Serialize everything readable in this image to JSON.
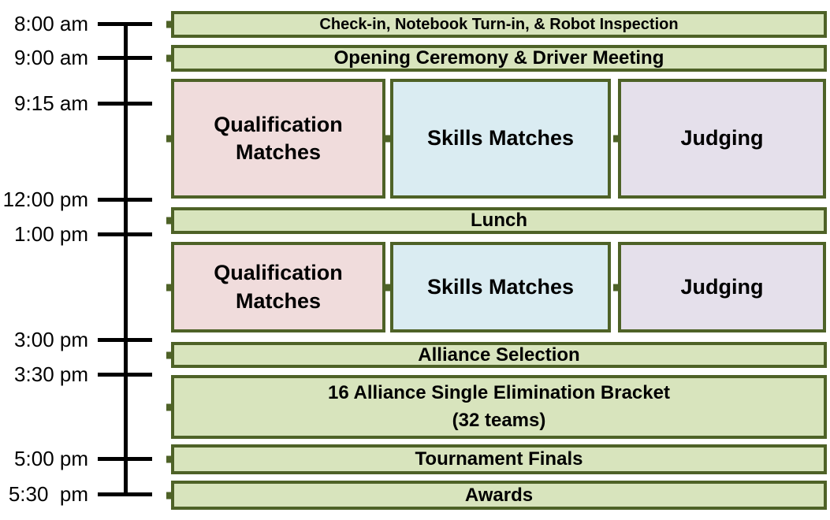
{
  "timeline": {
    "times": [
      {
        "label": "8:00 am"
      },
      {
        "label": "9:00 am"
      },
      {
        "label": "9:15 am"
      },
      {
        "label": "12:00 pm"
      },
      {
        "label": "1:00 pm"
      },
      {
        "label": "3:00 pm"
      },
      {
        "label": "3:30 pm"
      },
      {
        "label": "5:00 pm"
      },
      {
        "label": "5:30  pm"
      }
    ]
  },
  "events": {
    "checkin": "Check-in, Notebook Turn-in, & Robot Inspection",
    "opening": "Opening Ceremony & Driver Meeting",
    "morning": {
      "qualification": "Qualification Matches",
      "skills": "Skills Matches",
      "judging": "Judging"
    },
    "lunch": "Lunch",
    "afternoon": {
      "qualification": "Qualification Matches",
      "skills": "Skills Matches",
      "judging": "Judging"
    },
    "alliance_selection": "Alliance Selection",
    "bracket": {
      "line1": "16 Alliance Single Elimination Bracket",
      "line2": "(32 teams)"
    },
    "finals": "Tournament Finals",
    "awards": "Awards"
  },
  "colors": {
    "green_fill": "#d8e4bd",
    "olive_border": "#4e6227",
    "pink_fill": "#f0dcdc",
    "blue_fill": "#daecf2",
    "purple_fill": "#e5e0eb",
    "axis": "#000000"
  }
}
